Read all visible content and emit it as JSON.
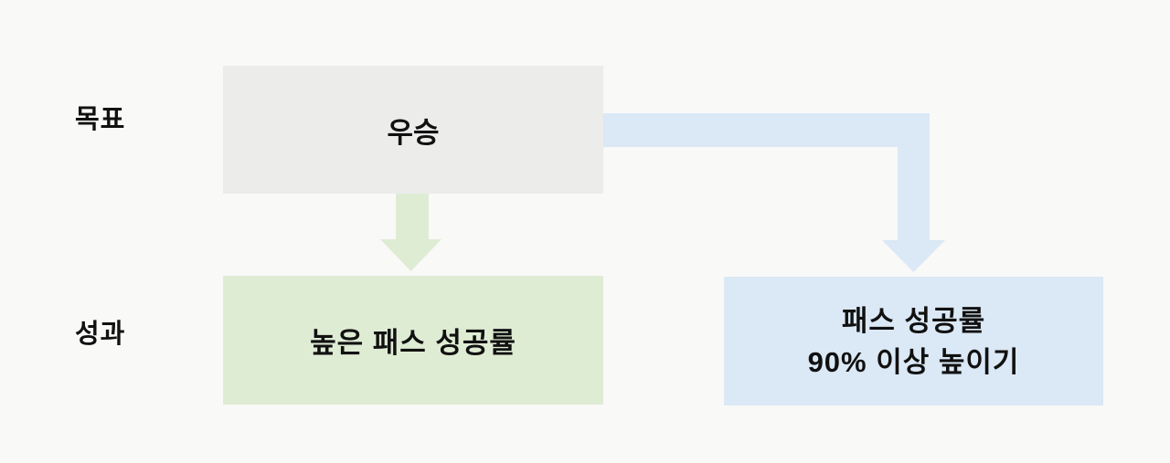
{
  "diagram": {
    "row_labels": {
      "goal": "목표",
      "result": "성과"
    },
    "goal_box": {
      "text": "우승"
    },
    "result_box_left": {
      "text": "높은 패스 성공률"
    },
    "result_box_right": {
      "line1": "패스 성공률",
      "line2": "90% 이상 높이기"
    },
    "arrows": {
      "green_down": "from goal box down to left result box",
      "blue_elbow": "from goal box right side down to right result box"
    }
  },
  "colors": {
    "background": "#f9f9f8",
    "gray_box": "#ececeb",
    "green": "#dfecd4",
    "blue": "#dbe8f5",
    "text": "#111111"
  }
}
